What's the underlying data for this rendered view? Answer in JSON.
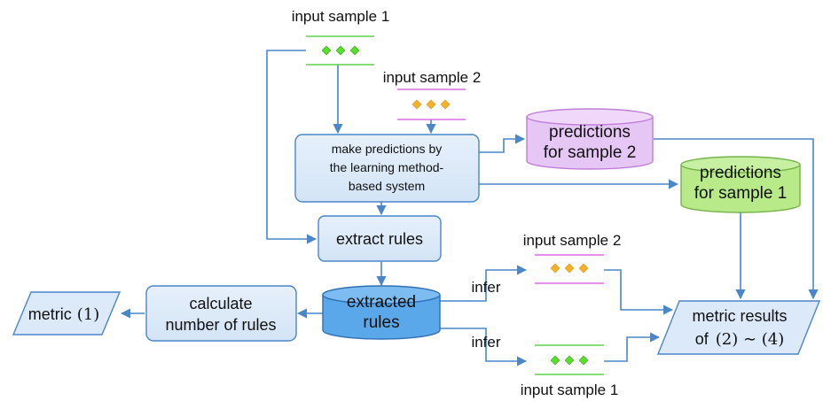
{
  "colors": {
    "edge": "#4a86c8",
    "box_fill": "#dce9f8",
    "box_stroke": "#4a86c8",
    "db_blue_fill": "#5aa8ea",
    "db_purple_fill": "#e6c6f5",
    "db_purple_stroke": "#c07ed8",
    "db_green_fill": "#b8ea8a",
    "db_green_stroke": "#74b24a",
    "sample1_line": "#5dd44a",
    "sample1_dot": "#56e02a",
    "sample2_line": "#d96ee0",
    "sample2_dot": "#f7b028"
  },
  "samples": {
    "top_sample1": {
      "label": "input sample 1"
    },
    "top_sample2": {
      "label": "input sample 2"
    },
    "infer_sample2": {
      "label": "input sample 2"
    },
    "infer_sample1": {
      "label": "input sample 1"
    }
  },
  "boxes": {
    "make_predictions": {
      "lines": [
        "make predictions by",
        "the learning method-",
        "based system"
      ]
    },
    "extract_rules": {
      "lines": [
        "extract rules"
      ]
    },
    "calculate": {
      "lines": [
        "calculate",
        "number of rules"
      ]
    }
  },
  "databases": {
    "pred_sample2": {
      "lines": [
        "predictions",
        "for sample 2"
      ]
    },
    "pred_sample1": {
      "lines": [
        "predictions",
        "for sample 1"
      ]
    },
    "extracted_rules": {
      "lines": [
        "extracted",
        "rules"
      ]
    }
  },
  "outputs": {
    "metric1": {
      "text": "metric",
      "math": "(1)"
    },
    "metric_results": {
      "line1": "metric results",
      "line2_prefix": "of",
      "math": "(2) ∼ (4)"
    }
  },
  "edge_labels": {
    "infer_top": "infer",
    "infer_bottom": "infer"
  }
}
